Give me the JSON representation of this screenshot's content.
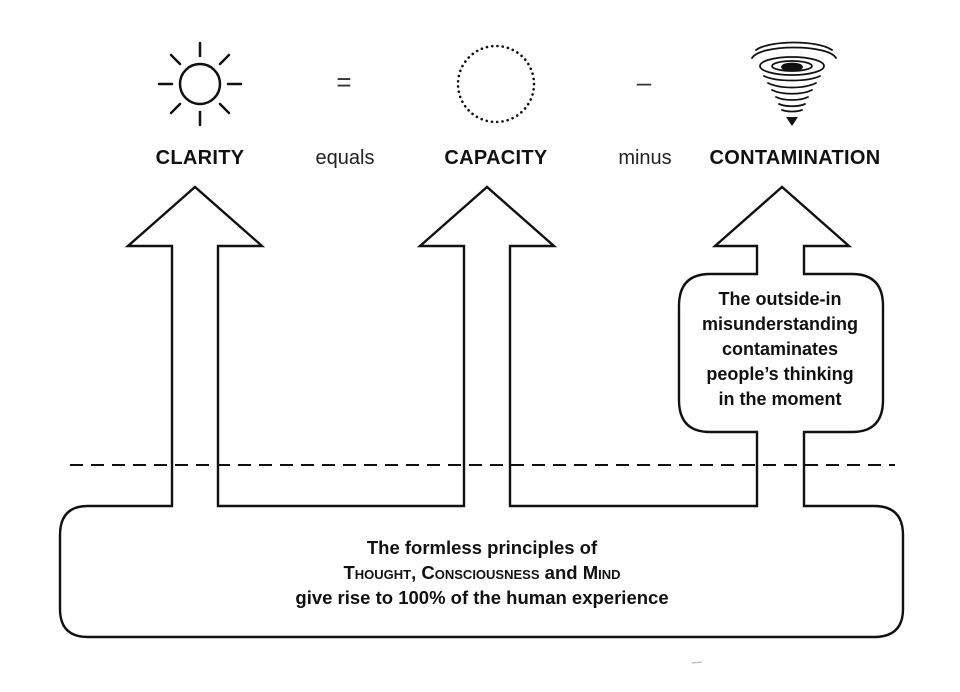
{
  "equation": {
    "clarity": "CLARITY",
    "equals_symbol": "=",
    "equals_word": "equals",
    "capacity": "CAPACITY",
    "minus_symbol": "–",
    "minus_word": "minus",
    "contamination": "CONTAMINATION"
  },
  "callout": {
    "line1": "The outside-in",
    "line2": "misunderstanding",
    "line3": "contaminates",
    "line4": "people’s thinking",
    "line5": "in the moment"
  },
  "principles": {
    "line1": "The formless principles of",
    "thought": "Thought",
    "comma": ", ",
    "consciousness": "Consciousness",
    "and": " and ",
    "mind": "Mind",
    "line3": "give rise to 100% of the human experience"
  },
  "icons": {
    "clarity": "sun-icon",
    "capacity": "dotted-circle-icon",
    "contamination": "tornado-icon"
  },
  "colors": {
    "stroke": "#111111",
    "background": "#ffffff"
  }
}
